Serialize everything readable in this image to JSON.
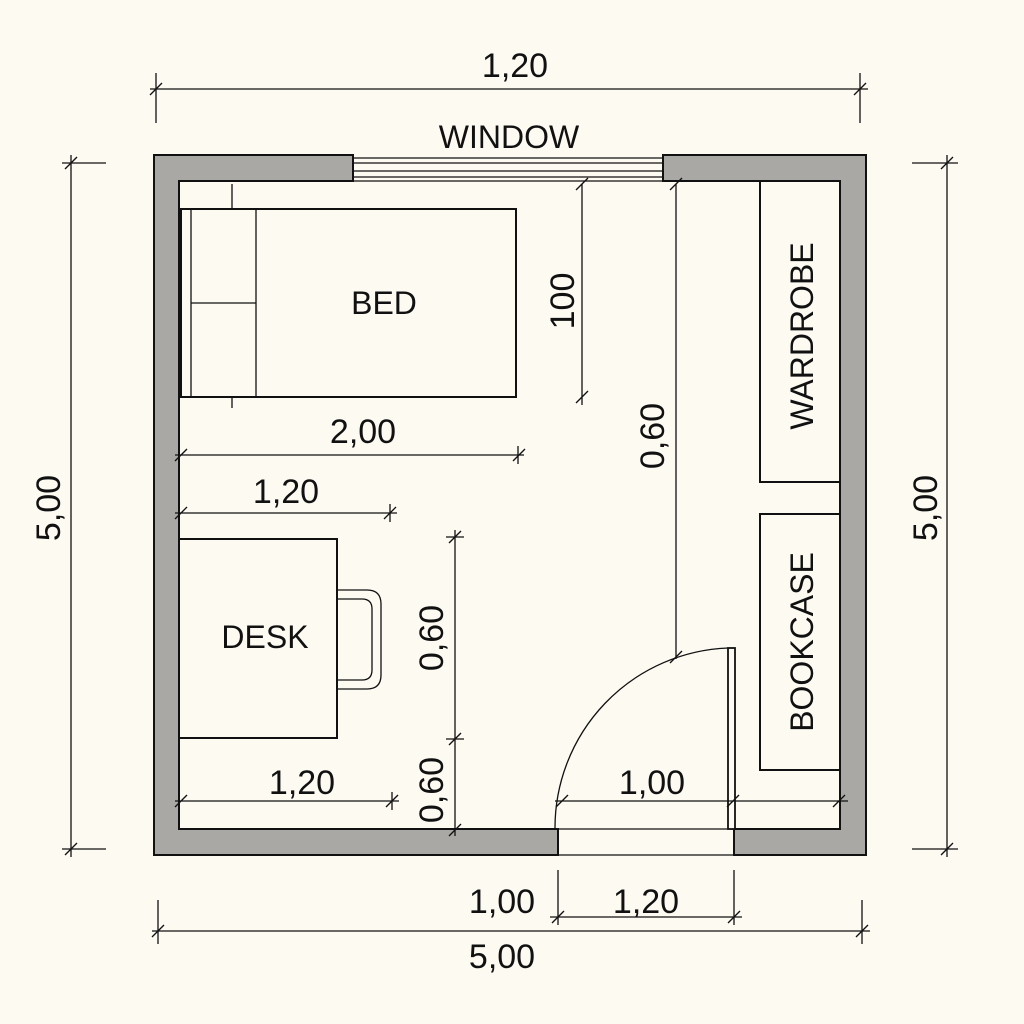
{
  "labels": {
    "window": "WINDOW",
    "bed": "BED",
    "wardrobe": "WARDROBE",
    "desk": "DESK",
    "bookcase": "BOOKCASE"
  },
  "dimensions": {
    "top_width": "1,20",
    "left_height": "5,00",
    "right_height": "5,00",
    "bed_width": "100",
    "aisle_length": "0,60",
    "bed_length": "2,00",
    "desk_offset": "1,20",
    "desk_depth": "0,60",
    "desk_clearance": "0,60",
    "desk_bottom_width": "1,20",
    "door_swing": "1,00",
    "door_offset": "1,00",
    "door_width": "1,20",
    "bottom_width": "5,00"
  },
  "colors": {
    "background": "#fdfaf2",
    "wall": "#a9a8a4",
    "line": "#111111"
  }
}
